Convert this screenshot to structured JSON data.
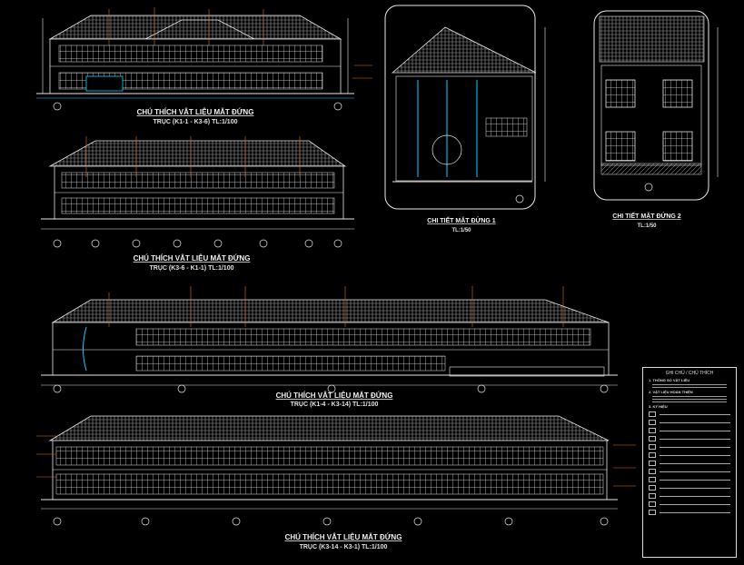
{
  "titles": {
    "elev1": {
      "line1": "CHÚ THÍCH VẬT LIỆU MẶT ĐỨNG",
      "line2": "TRỤC (K1-1 - K3-6) TL:1/100"
    },
    "elev2": {
      "line1": "CHÚ THÍCH VẬT LIỆU MẶT ĐỨNG",
      "line2": "TRỤC (K3-6 - K1-1) TL:1/100"
    },
    "detail1": {
      "line1": "CHI TIẾT MẶT ĐỨNG 1",
      "line2": "TL:1/50"
    },
    "detail2": {
      "line1": "CHI TIẾT MẶT ĐỨNG 2",
      "line2": "TL:1/50"
    },
    "elev3": {
      "line1": "CHÚ THÍCH VẬT LIỆU MẶT ĐỨNG",
      "line2": "TRỤC (K1-4 - K3-14) TL:1/100"
    },
    "elev4": {
      "line1": "CHÚ THÍCH VẬT LIỆU MẶT ĐỨNG",
      "line2": "TRỤC (K3-14 - K3-1) TL:1/100"
    }
  },
  "notes_box": {
    "heading": "GHI CHÚ / CHÚ THÍCH",
    "section1": "1. THÔNG SỐ VẬT LIỆU",
    "section2": "2. VẬT LIỆU HOÀN THIỆN",
    "section3": "3. KÝ HIỆU"
  },
  "colors": {
    "background": "#000000",
    "outline": "#e8e8e8",
    "leader": "#e0701a",
    "accent": "#00d5ff",
    "text": "#f0f0f0"
  }
}
